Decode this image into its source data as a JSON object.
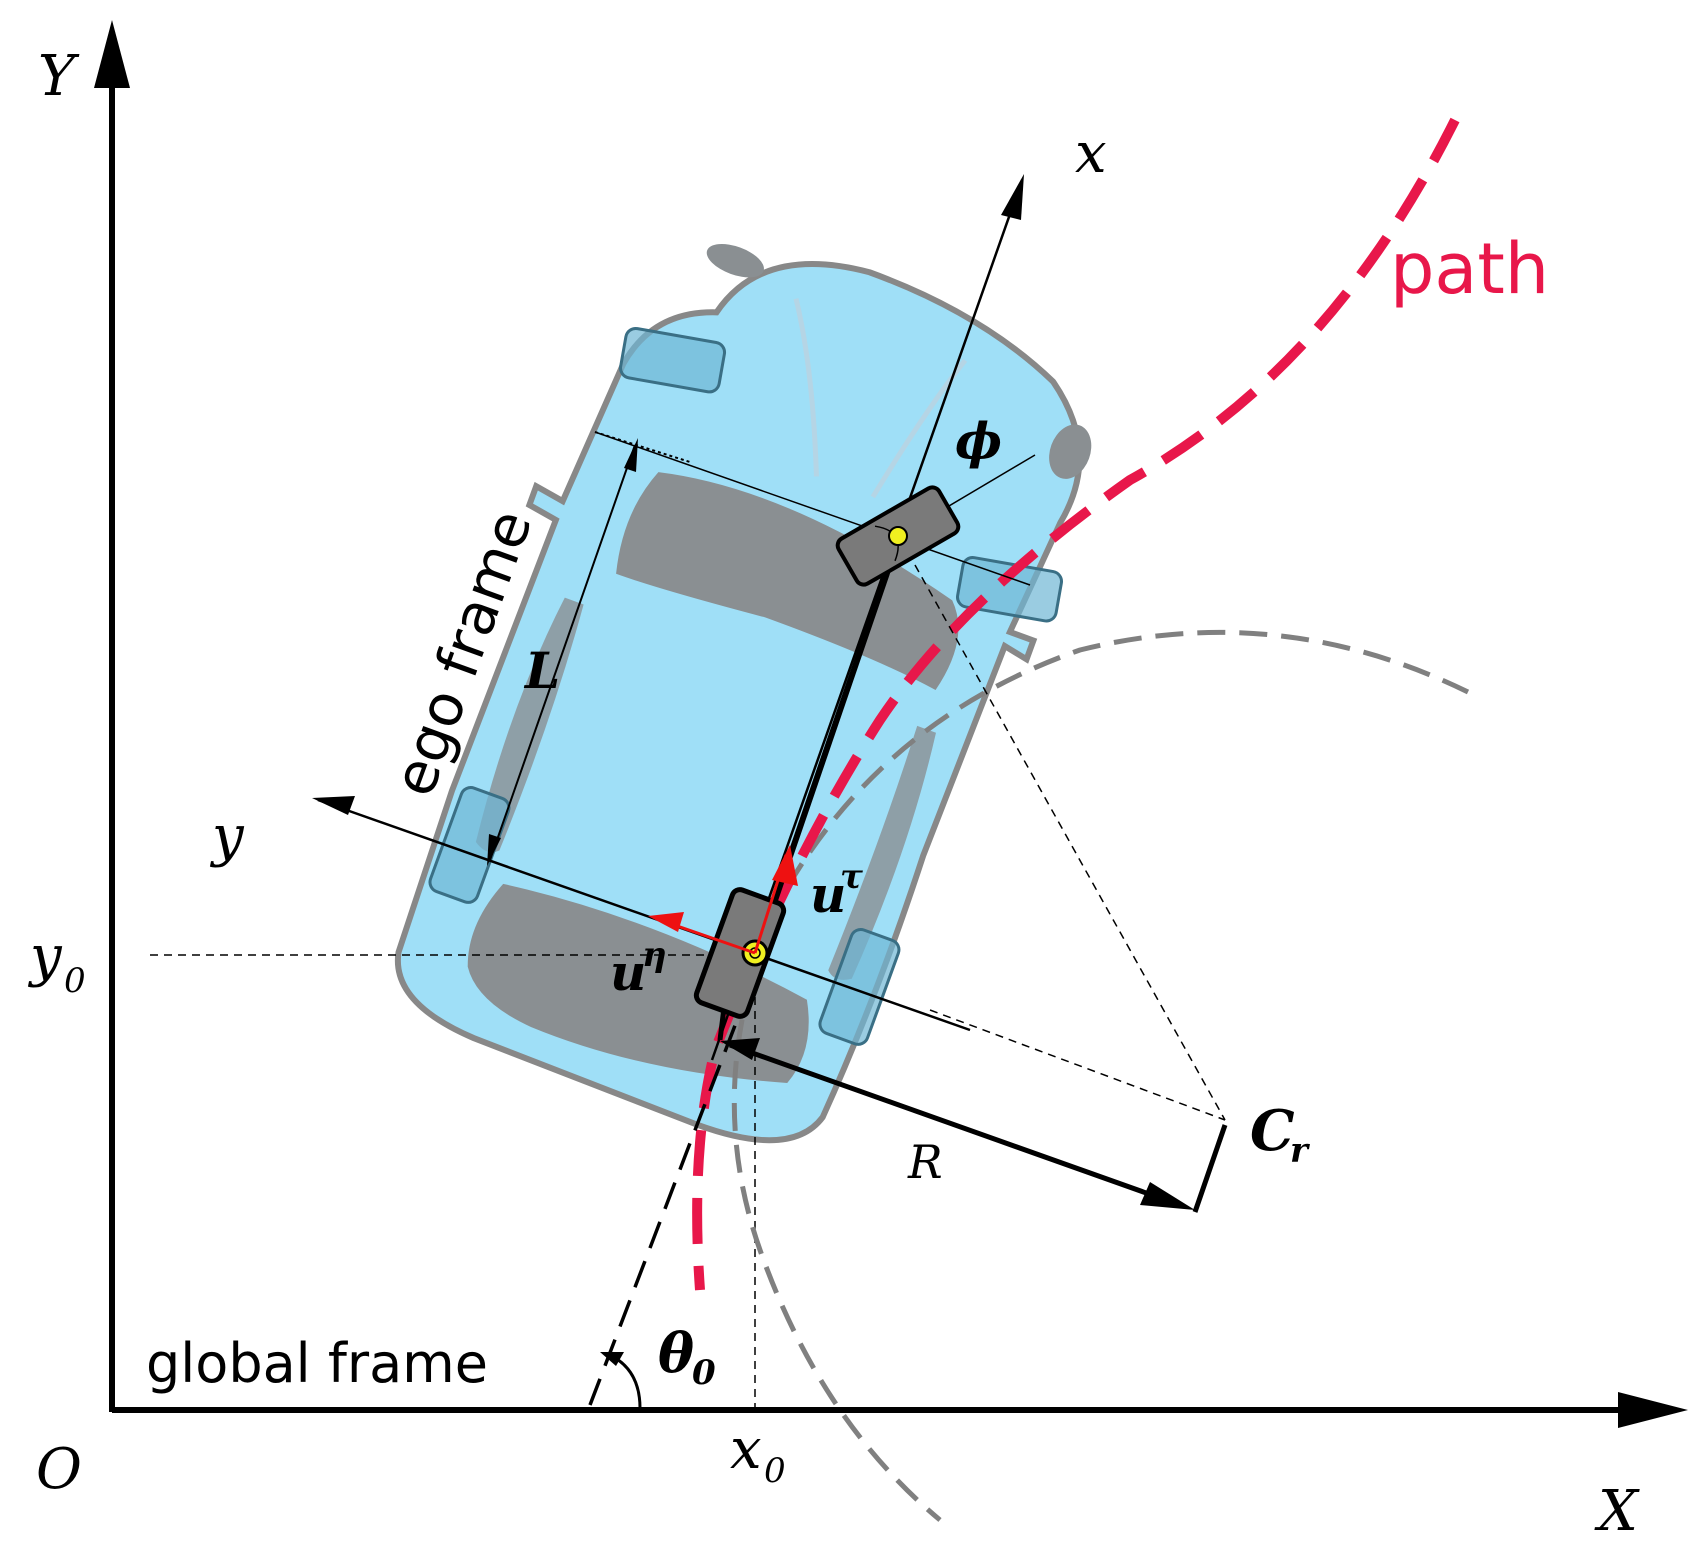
{
  "labels": {
    "axis_Y": "Y",
    "axis_X": "X",
    "origin": "O",
    "ego_x": "x",
    "ego_y": "y",
    "y0_main": "y",
    "y0_sub": "0",
    "x0_main": "x",
    "x0_sub": "0",
    "path": "path",
    "ego_frame": "ego frame",
    "global_frame": "global frame",
    "phi": "ϕ",
    "L": "L",
    "u_tau_main": "u",
    "u_tau_sup": "τ",
    "u_eta_main": "u",
    "u_eta_sup": "η",
    "R": "R",
    "Cr_main": "C",
    "Cr_sub": "r",
    "theta_main": "θ",
    "theta_sub": "0"
  },
  "colors": {
    "car_body": "#9fdff7",
    "car_outline": "#888888",
    "path": "#e8174a",
    "turn_circle": "#808080",
    "arrow": "#000000",
    "velocity": "#ee1111",
    "wheel": "#7a7a7a",
    "point": "#f0f020"
  }
}
